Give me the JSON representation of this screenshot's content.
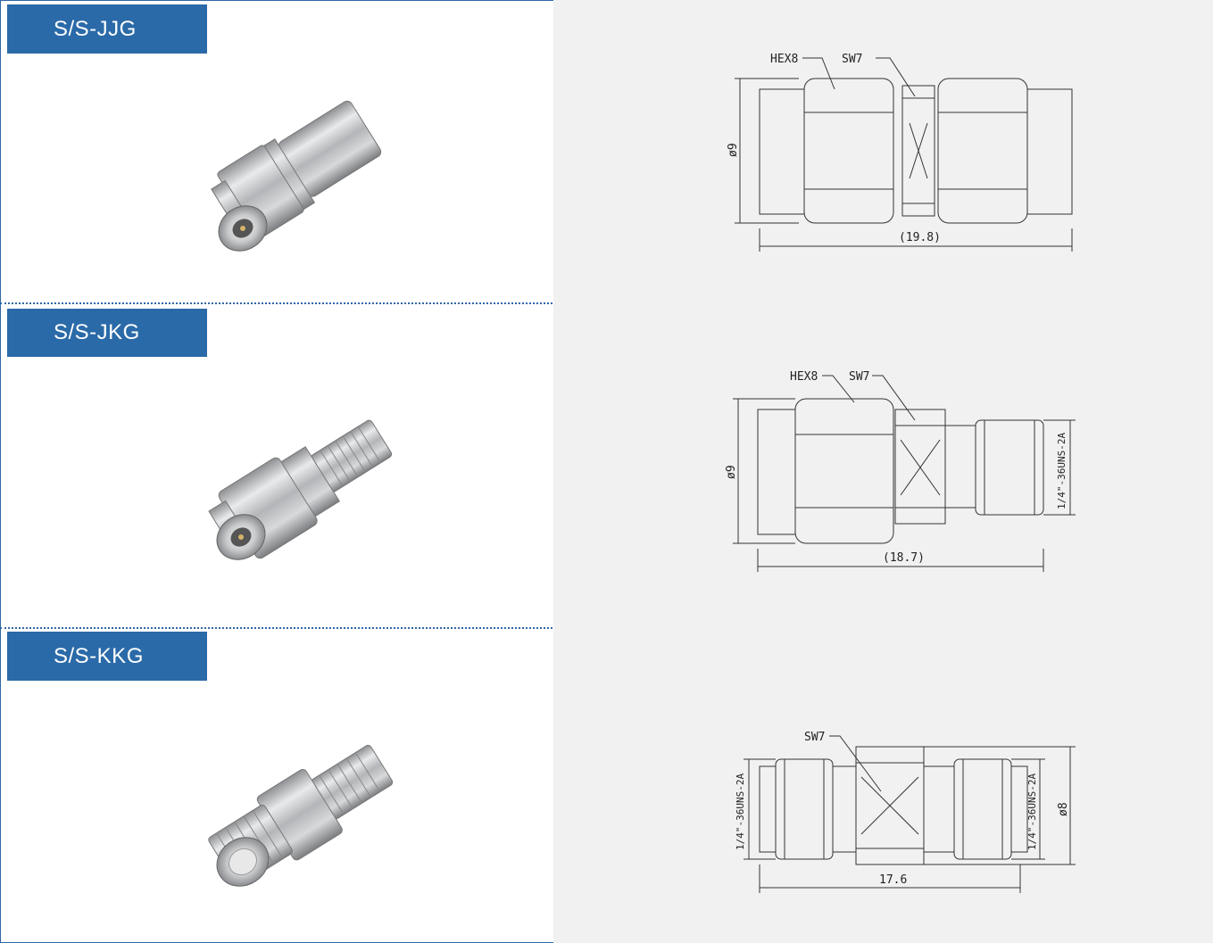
{
  "products": [
    {
      "model": "S/S-JJG",
      "photo_icon": "male-to-male-adapter-photo",
      "drawing": {
        "hex": "HEX8",
        "sw": "SW7",
        "diameter": "ø9",
        "length": "(19.8)"
      }
    },
    {
      "model": "S/S-JKG",
      "photo_icon": "male-to-female-adapter-photo",
      "drawing": {
        "hex": "HEX8",
        "sw": "SW7",
        "diameter": "ø9",
        "length": "(18.7)",
        "thread": "1/4\"-36UNS-2A"
      }
    },
    {
      "model": "S/S-KKG",
      "photo_icon": "female-to-female-adapter-photo",
      "drawing": {
        "sw": "SW7",
        "diameter": "ø8",
        "length": "17.6",
        "thread_left": "1/4\"-36UNS-2A",
        "thread_right": "1/4\"-36UNS-2A"
      }
    }
  ],
  "colors": {
    "tab": "#2b6aa8",
    "border": "#2f66a6",
    "panel": "#f1f1f1"
  }
}
